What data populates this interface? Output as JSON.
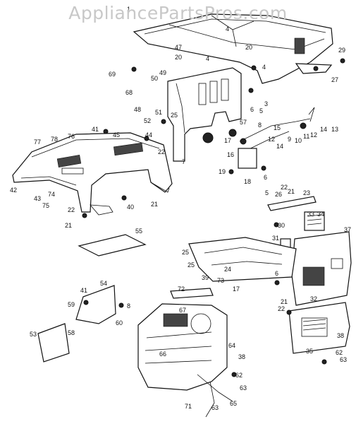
{
  "watermark": "AppliancePartsPros.com",
  "callouts": {
    "c1": "1",
    "c47": "47",
    "c4a": "4",
    "c20a": "20",
    "c20b": "20",
    "c4b": "4",
    "c4c": "4",
    "c29": "29",
    "c27": "27",
    "c69": "69",
    "c49": "49",
    "c50": "50",
    "c68": "68",
    "c48": "48",
    "c6a": "6",
    "c5a": "5",
    "c3": "3",
    "c51": "51",
    "c52": "52",
    "c25a": "25",
    "c17a": "17",
    "c57": "57",
    "c8": "8",
    "c15": "15",
    "c9": "9",
    "c10": "10",
    "c11": "11",
    "c12a": "12",
    "c14a": "14",
    "c13": "13",
    "c12b": "12",
    "c14b": "14",
    "c16": "16",
    "c7": "7",
    "c41a": "41",
    "c45": "45",
    "c44": "44",
    "c77": "77",
    "c78": "78",
    "c76": "76",
    "c22a": "22",
    "c42": "42",
    "c43": "43",
    "c74": "74",
    "c75": "75",
    "c22b": "22",
    "c40": "40",
    "c21a": "21",
    "c21b": "21",
    "c19": "19",
    "c18": "18",
    "c6b": "6",
    "c5b": "5",
    "c26": "26",
    "c22c": "22",
    "c21c": "21",
    "c23": "23",
    "c33": "33",
    "c34": "34",
    "c30": "30",
    "c31": "31",
    "c37": "37",
    "c55": "55",
    "c25b": "25",
    "c25c": "25",
    "c39": "39",
    "c73": "73",
    "c24": "24",
    "c17b": "17",
    "c6c": "6",
    "c32": "32",
    "c21d": "21",
    "c22d": "22",
    "c72": "72",
    "c67": "67",
    "c54": "54",
    "c41b": "41",
    "c8b": "8",
    "c59": "59",
    "c60": "60",
    "c58": "58",
    "c53": "53",
    "c38a": "38",
    "c38b": "38",
    "c35": "35",
    "c64": "64",
    "c62a": "62",
    "c62b": "62",
    "c63a": "63",
    "c63b": "63",
    "c63c": "63",
    "c66": "66",
    "c71": "71",
    "c65": "65"
  }
}
